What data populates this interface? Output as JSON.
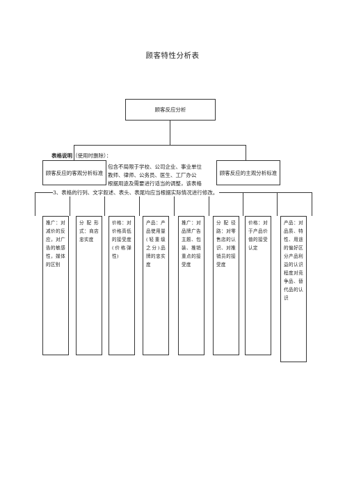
{
  "doc": {
    "title": "顾客特性分析表"
  },
  "tree": {
    "root": "顾客反应分析",
    "objective": "顾客反应的客观分析标准",
    "subjective": "顾客反应的主观分析标准"
  },
  "note": {
    "heading": "表格说明",
    "heading_suffix": "（使用时删除）：",
    "line1_a": "包含不局限于学校、公司企业、事业单位",
    "line1_b": "",
    "line2": "教师、律师、公务员、医生、工厂办公",
    "line3": "根据用途及需要进行适当的调整，该表格",
    "line4": "3、表格的行列、文字叙述、表头、表尾均应当根据实际情况进行修改。"
  },
  "columns": [
    {
      "text": "推广：对减价的反应，对广告的敏感性，媒体的区别"
    },
    {
      "text": "分配形式：商店忠实度"
    },
    {
      "text": "价格：对价格高低的接受度(价格弹性)"
    },
    {
      "text": "产品：产品使用量(轻重级之分)品牌的忠实度"
    },
    {
      "text": "推广：对品牌广告主题、包装、推销重点的接受度"
    },
    {
      "text": "分配径路：对零售店的认识、对推销员的接受度"
    },
    {
      "text": "价格：对于产品价值的接受认定"
    },
    {
      "text": "产品：对品质、特性、用途的偏好区分产品利益的认识程度对竞争品、替代品的认识"
    }
  ]
}
